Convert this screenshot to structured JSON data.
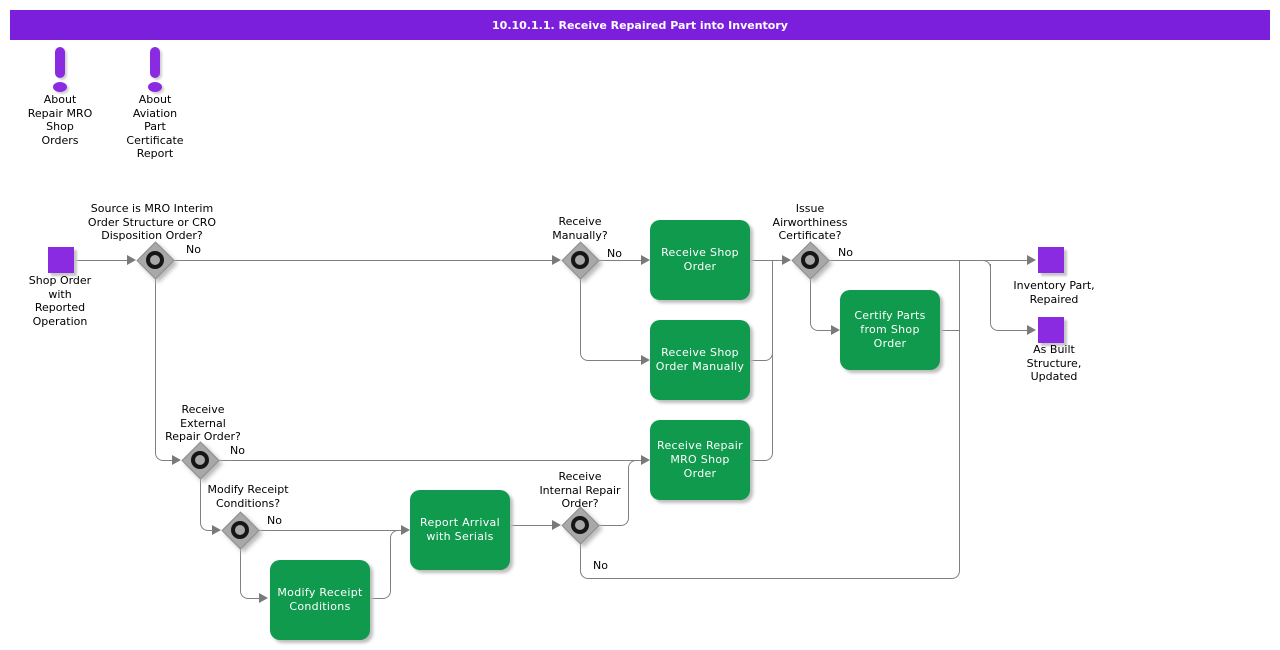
{
  "title_bar": {
    "title": "10.10.1.1. Receive Repaired Part into Inventory"
  },
  "colors": {
    "title_bar_purple": "#7c1fdc",
    "event_purple": "#8a2be2",
    "task_green": "#0f9a4d",
    "connector_gray": "#808080",
    "decision_gray": "#a8a8a8"
  },
  "notes": [
    {
      "label": "About\nRepair MRO\nShop\nOrders"
    },
    {
      "label": "About\nAviation\nPart\nCertificate\nReport"
    }
  ],
  "events": {
    "start": {
      "label": "Shop Order\nwith\nReported\nOperation"
    },
    "end_inventory": {
      "label": "Inventory Part,\nRepaired"
    },
    "end_asbuilt": {
      "label": "As Built\nStructure,\nUpdated"
    }
  },
  "decisions": {
    "source": {
      "question": "Source is MRO Interim\nOrder Structure or CRO\nDisposition Order?",
      "branch": "No"
    },
    "receive_manually": {
      "question": "Receive\nManually?",
      "branch": "No"
    },
    "issue_cert": {
      "question": "Issue\nAirworthiness\nCertificate?",
      "branch": "No"
    },
    "external_repair": {
      "question": "Receive\nExternal\nRepair Order?",
      "branch": "No"
    },
    "modify_receipt": {
      "question": "Modify Receipt\nConditions?",
      "branch": "No"
    },
    "internal_repair": {
      "question": "Receive\nInternal Repair\nOrder?",
      "branch": "No"
    }
  },
  "tasks": {
    "receive_shop_order": {
      "label": "Receive Shop\nOrder"
    },
    "receive_shop_order_manually": {
      "label": "Receive Shop\nOrder Manually"
    },
    "certify_parts": {
      "label": "Certify Parts\nfrom Shop\nOrder"
    },
    "receive_repair_mro": {
      "label": "Receive Repair\nMRO Shop\nOrder"
    },
    "report_arrival": {
      "label": "Report Arrival\nwith Serials"
    },
    "modify_receipt_conditions": {
      "label": "Modify Receipt\nConditions"
    }
  }
}
